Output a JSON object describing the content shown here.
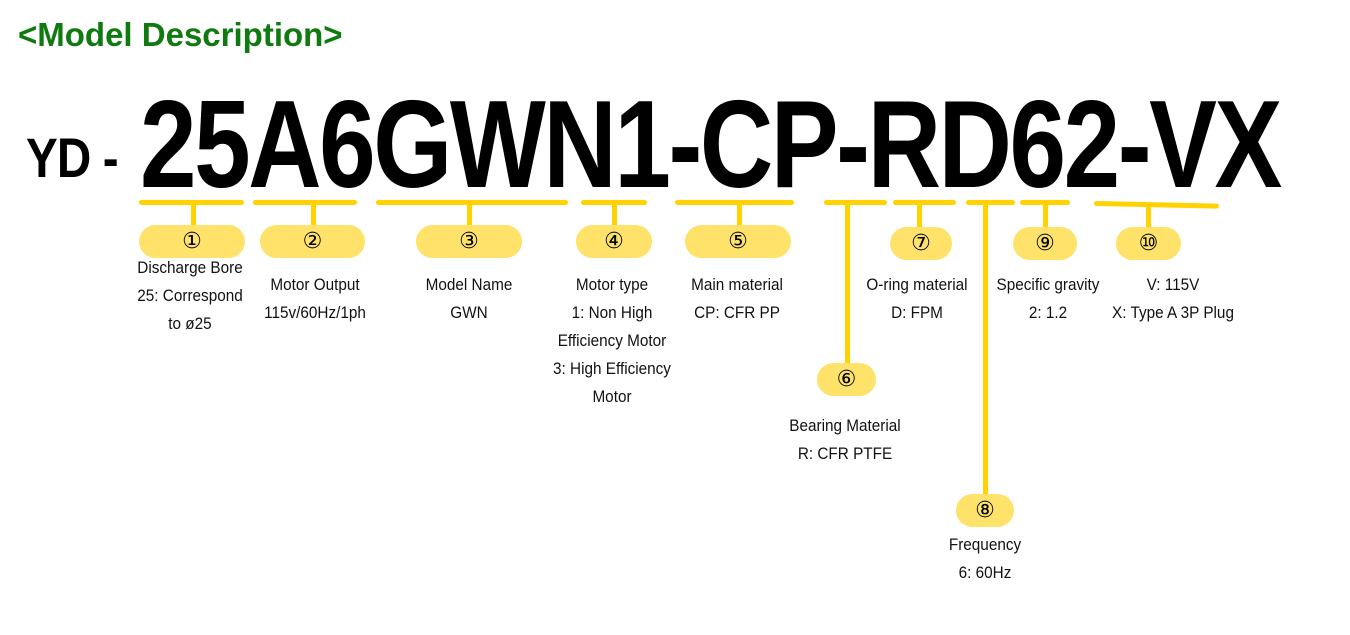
{
  "title": "<Model Description>",
  "model_code": {
    "prefix": "YD -",
    "main": "25A6GWN1-CP-RD62-VX"
  },
  "colors": {
    "title": "#0f7a0f",
    "line": "#ffd200",
    "badge": "#fee26a",
    "text": "#000000"
  },
  "items": [
    {
      "num": "①",
      "lines": [
        "Discharge Bore",
        "25: Correspond",
        "to  ø25"
      ]
    },
    {
      "num": "②",
      "lines": [
        "Motor Output",
        "115v/60Hz/1ph"
      ]
    },
    {
      "num": "③",
      "lines": [
        "Model Name",
        "GWN"
      ]
    },
    {
      "num": "④",
      "lines": [
        "Motor type",
        "1: Non High",
        "Efficiency Motor",
        "3: High Efficiency",
        "Motor"
      ]
    },
    {
      "num": "⑤",
      "lines": [
        "Main material",
        "CP: CFR PP"
      ]
    },
    {
      "num": "⑥",
      "lines": [
        "Bearing Material",
        "R: CFR PTFE"
      ]
    },
    {
      "num": "⑦",
      "lines": [
        "O-ring material",
        "D: FPM"
      ]
    },
    {
      "num": "⑧",
      "lines": [
        "Frequency",
        "6: 60Hz"
      ]
    },
    {
      "num": "⑨",
      "lines": [
        "Specific gravity",
        "2: 1.2"
      ]
    },
    {
      "num": "⑩",
      "lines": [
        "V: 115V",
        "X: Type A 3P Plug"
      ]
    }
  ]
}
